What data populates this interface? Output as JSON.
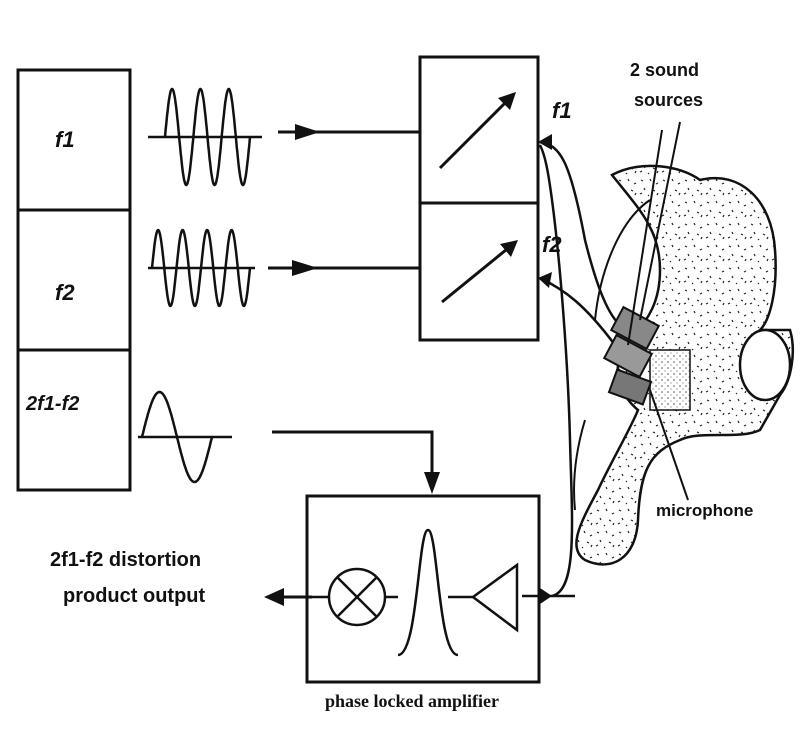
{
  "generator": {
    "rows": [
      {
        "label": "f1"
      },
      {
        "label": "f2"
      },
      {
        "label": "2f1-f2"
      }
    ]
  },
  "attenuator": {
    "labels": [
      "f1",
      "f2"
    ]
  },
  "sources_label": {
    "line1": "2 sound",
    "line2": "sources"
  },
  "microphone_label": "microphone",
  "output_label": {
    "line1": "2f1-f2 distortion",
    "line2": "product output"
  },
  "amplifier_label": "phase locked amplifier",
  "icons": [
    "sine-wave-icon",
    "attenuator-arrow-icon",
    "mixer-icon",
    "bandpass-filter-icon",
    "amplifier-triangle-icon",
    "ear-canal-icon"
  ]
}
